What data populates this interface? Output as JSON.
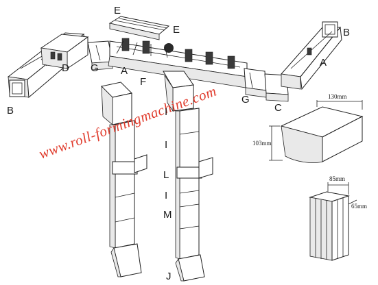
{
  "labels": {
    "E1": "E",
    "E2": "E",
    "B_right": "B",
    "D": "D",
    "G_left": "G",
    "A_center": "A",
    "A_right": "A",
    "F": "F",
    "G_right": "G",
    "C": "C",
    "B_left": "B",
    "I1": "I",
    "I2": "I",
    "I3": "I",
    "L": "L",
    "M": "M",
    "J": "J"
  },
  "dimensions": {
    "gutter_width": "130mm",
    "gutter_height": "103mm",
    "pipe_width": "85mm",
    "pipe_depth": "65mm"
  },
  "watermark": "www.roll-formingmachine.com",
  "colors": {
    "line": "#1f1f1f",
    "watermark": "#e03b2c",
    "shade": "#e9e9e9"
  }
}
